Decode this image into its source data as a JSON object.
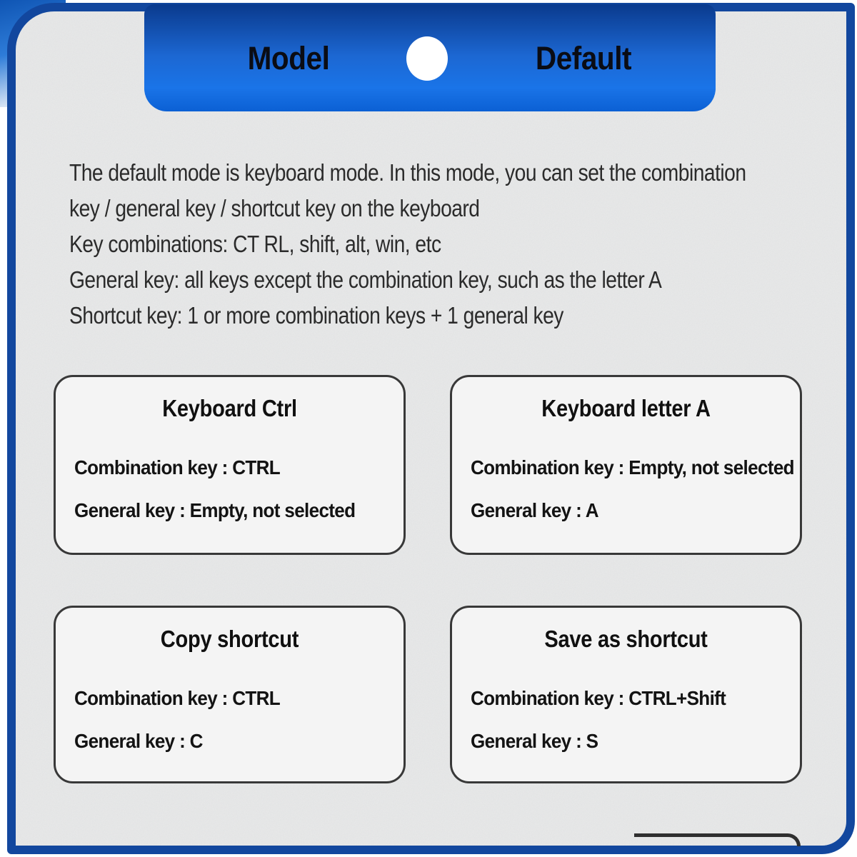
{
  "banner": {
    "left_label": "Model",
    "right_label": "Default"
  },
  "description_lines": [
    "The default mode is keyboard mode. In this mode, you can set the combination",
    "key / general key / shortcut key on the keyboard",
    "Key combinations: CT RL, shift, alt, win, etc",
    "General key: all keys except the combination key, such as the letter A",
    "Shortcut key: 1 or more combination keys + 1 general key"
  ],
  "example_cards": [
    {
      "title": "Keyboard Ctrl",
      "lines": [
        "Combination key : CTRL",
        "General key : Empty, not selected"
      ]
    },
    {
      "title": "Keyboard letter A",
      "lines": [
        "Combination key : Empty, not selected",
        "General key : A"
      ]
    },
    {
      "title": "Copy shortcut",
      "lines": [
        "Combination key : CTRL",
        "General key : C"
      ]
    },
    {
      "title": "Save as shortcut",
      "lines": [
        "Combination key : CTRL+Shift",
        "General key : S"
      ]
    }
  ],
  "colors": {
    "banner_gradient_top": "#0a3a8d",
    "banner_gradient_bottom": "#0b60d4",
    "card_border_navy": "#12479e",
    "card_background": "#e9eaea",
    "box_border": "#383838",
    "box_background": "#f4f4f4",
    "banner_text": "#0a0c14",
    "body_text": "#2b2b2b",
    "circle": "#ffffff"
  }
}
